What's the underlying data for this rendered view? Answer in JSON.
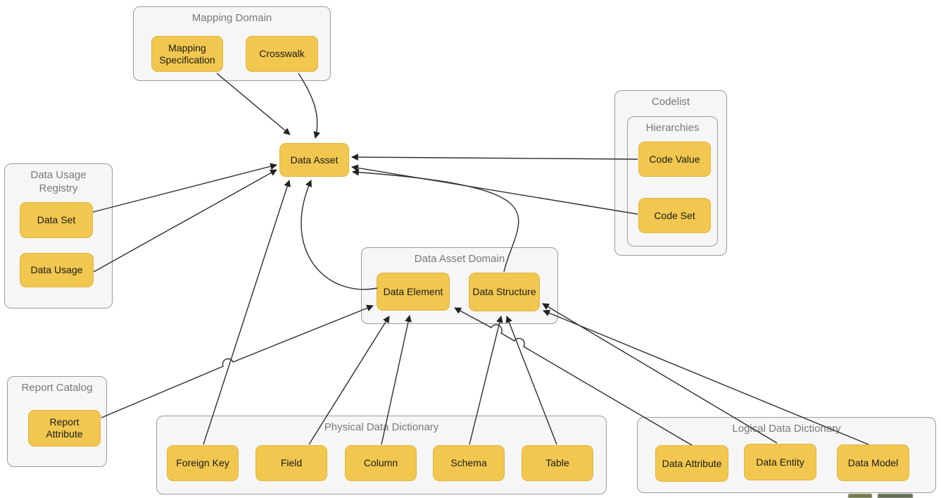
{
  "colors": {
    "node_fill": "#F1C74F",
    "node_border": "#DFB542",
    "container_fill": "#F6F6F6",
    "container_border": "#9B9B9B",
    "title_color": "#77797E",
    "node_text": "#1B1B1B",
    "edge_color": "#2E2E2E",
    "page_bg": "#FFFFFF"
  },
  "diagram": {
    "containers": {
      "mapping_domain": "Mapping Domain",
      "data_usage_registry": "Data Usage Registry",
      "codelist": "Codelist",
      "hierarchies": "Hierarchies",
      "data_asset_domain": "Data Asset Domain",
      "report_catalog": "Report Catalog",
      "physical_data_dictionary": "Physical Data Dictionary",
      "logical_data_dictionary": "Logical Data Dictionary"
    },
    "nodes": {
      "data_asset": "Data Asset",
      "mapping_specification": "Mapping Specification",
      "crosswalk": "Crosswalk",
      "data_set": "Data Set",
      "data_usage": "Data Usage",
      "code_value": "Code Value",
      "code_set": "Code Set",
      "data_element": "Data Element",
      "data_structure": "Data Structure",
      "report_attribute": "Report Attribute",
      "foreign_key": "Foreign Key",
      "field": "Field",
      "column": "Column",
      "schema": "Schema",
      "table": "Table",
      "data_attribute": "Data Attribute",
      "data_entity": "Data Entity",
      "data_model": "Data Model"
    },
    "edges": [
      {
        "from": "mapping_specification",
        "to": "data_asset"
      },
      {
        "from": "crosswalk",
        "to": "data_asset"
      },
      {
        "from": "data_set",
        "to": "data_asset"
      },
      {
        "from": "data_usage",
        "to": "data_asset"
      },
      {
        "from": "code_value",
        "to": "data_asset"
      },
      {
        "from": "code_set",
        "to": "data_asset"
      },
      {
        "from": "data_element",
        "to": "data_asset"
      },
      {
        "from": "data_structure",
        "to": "data_asset"
      },
      {
        "from": "foreign_key",
        "to": "data_asset"
      },
      {
        "from": "report_attribute",
        "to": "data_element"
      },
      {
        "from": "field",
        "to": "data_element"
      },
      {
        "from": "column",
        "to": "data_element"
      },
      {
        "from": "data_attribute",
        "to": "data_element"
      },
      {
        "from": "schema",
        "to": "data_structure"
      },
      {
        "from": "table",
        "to": "data_structure"
      },
      {
        "from": "data_entity",
        "to": "data_structure"
      },
      {
        "from": "data_model",
        "to": "data_structure"
      }
    ]
  }
}
